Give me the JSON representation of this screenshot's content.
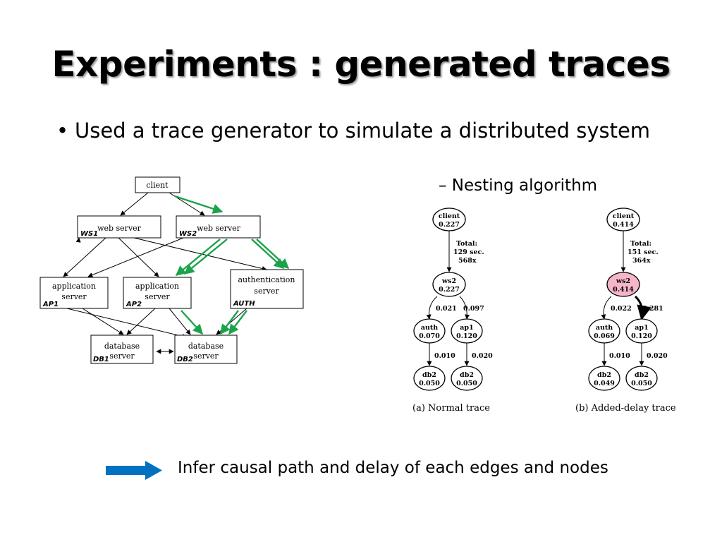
{
  "slide": {
    "title": "Experiments : generated traces",
    "bullet": "Used a trace generator to simulate a distributed system",
    "sub_bullet": "– Nesting algorithm",
    "conclusion": "Infer causal path and delay of each edges and nodes",
    "arrow_color": "#0070c0"
  },
  "architecture": {
    "client": "client",
    "ws1": {
      "label": "web server",
      "tag": "WS1"
    },
    "ws2": {
      "label": "web server",
      "tag": "WS2"
    },
    "ap1": {
      "line1": "application",
      "line2": "server",
      "tag": "AP1"
    },
    "ap2": {
      "line1": "application",
      "line2": "server",
      "tag": "AP2"
    },
    "auth": {
      "line1": "authentication",
      "line2": "server",
      "tag": "AUTH"
    },
    "db1": {
      "line1": "database",
      "line2": "server",
      "tag": "DB1"
    },
    "db2": {
      "line1": "database",
      "line2": "server",
      "tag": "DB2"
    },
    "highlight_color": "#1aa34a"
  },
  "normal_trace": {
    "caption": "(a) Normal trace",
    "client": {
      "name": "client",
      "value": "0.227"
    },
    "total": {
      "line1": "Total:",
      "line2": "129 sec.",
      "line3": "568x"
    },
    "ws2": {
      "name": "ws2",
      "value": "0.227"
    },
    "auth": {
      "name": "auth",
      "value": "0.070"
    },
    "ap1": {
      "name": "ap1",
      "value": "0.120"
    },
    "db2a": {
      "name": "db2",
      "value": "0.050"
    },
    "db2b": {
      "name": "db2",
      "value": "0.050"
    },
    "e_ws2_auth": "0.021",
    "e_ws2_ap1": "0.097",
    "e_auth_db2": "0.010",
    "e_ap1_db2": "0.020"
  },
  "delay_trace": {
    "caption": "(b) Added-delay trace",
    "client": {
      "name": "client",
      "value": "0.414"
    },
    "total": {
      "line1": "Total:",
      "line2": "151 sec.",
      "line3": "364x"
    },
    "ws2": {
      "name": "ws2",
      "value": "0.414"
    },
    "auth": {
      "name": "auth",
      "value": "0.069"
    },
    "ap1": {
      "name": "ap1",
      "value": "0.120"
    },
    "db2a": {
      "name": "db2",
      "value": "0.049"
    },
    "db2b": {
      "name": "db2",
      "value": "0.050"
    },
    "e_ws2_auth": "0.022",
    "e_ws2_ap1": "0.281",
    "e_auth_db2": "0.010",
    "e_ap1_db2": "0.020",
    "highlight_color": "#f4b6c8"
  }
}
